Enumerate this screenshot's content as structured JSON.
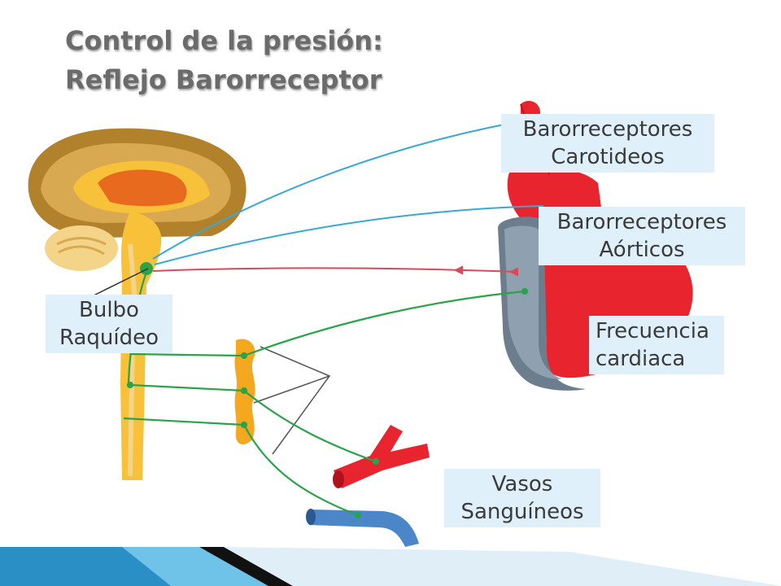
{
  "slide": {
    "title_line1": "Control de la presión:",
    "title_line2": "Reflejo Barorreceptor"
  },
  "labels": {
    "carotid": [
      "Barorreceptores",
      "Carotideos"
    ],
    "aortic": [
      "Barorreceptores",
      "Aórticos"
    ],
    "heart_rate": [
      "Frecuencia",
      "cardiaca"
    ],
    "medulla": [
      "Bulbo",
      "Raquídeo"
    ],
    "vessels": [
      "Vasos",
      "Sanguíneos"
    ]
  },
  "colors": {
    "afferent_nerve": "#3aa7d6",
    "parasympathetic_nerve": "#d94a5a",
    "sympathetic_nerve": "#2aa34a",
    "heart": "#e8242f",
    "vein": "#4a86c8",
    "brain_cortex": "#b2812c",
    "spinal_cord": "#f7c23a"
  }
}
